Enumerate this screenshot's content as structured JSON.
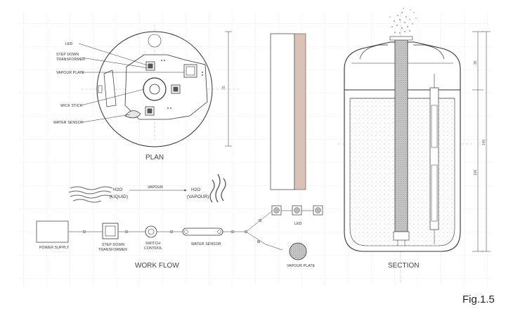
{
  "plan": {
    "title": "PLAN",
    "labels": {
      "led": "LED",
      "step_down_1": "STEP DOWN",
      "step_down_2": "TRANSFORMER",
      "vapour_plate": "VAPOUR PLATE",
      "wick_stick": "WICK STICK",
      "water_sensor": "WATER SENSOR"
    },
    "dim_label": "75"
  },
  "vapour": {
    "liquid_1": "H2O",
    "liquid_2": "(LIQUID)",
    "arrow_label": "VAPOUR",
    "vapour_1": "H2O",
    "vapour_2": "(VAPOUR)"
  },
  "workflow": {
    "title": "WORK FLOW",
    "power_supply": "POWER SUPPLY",
    "step_down_1": "STEP DOWN",
    "step_down_2": "TRANSFORMER",
    "switch_1": "SWITCH",
    "switch_2": "CONTROL",
    "water_sensor": "WATER SENSOR",
    "led": "LED",
    "vapour_plate": "VAPOUR PLATE"
  },
  "section": {
    "title": "SECTION",
    "dim_top": "35",
    "dim_mid": "100",
    "dim_total": "140"
  },
  "figure_label": "Fig.1.5",
  "colors": {
    "line": "#333333",
    "grid": "#e6e6e6",
    "board": "#d9c2b8"
  }
}
